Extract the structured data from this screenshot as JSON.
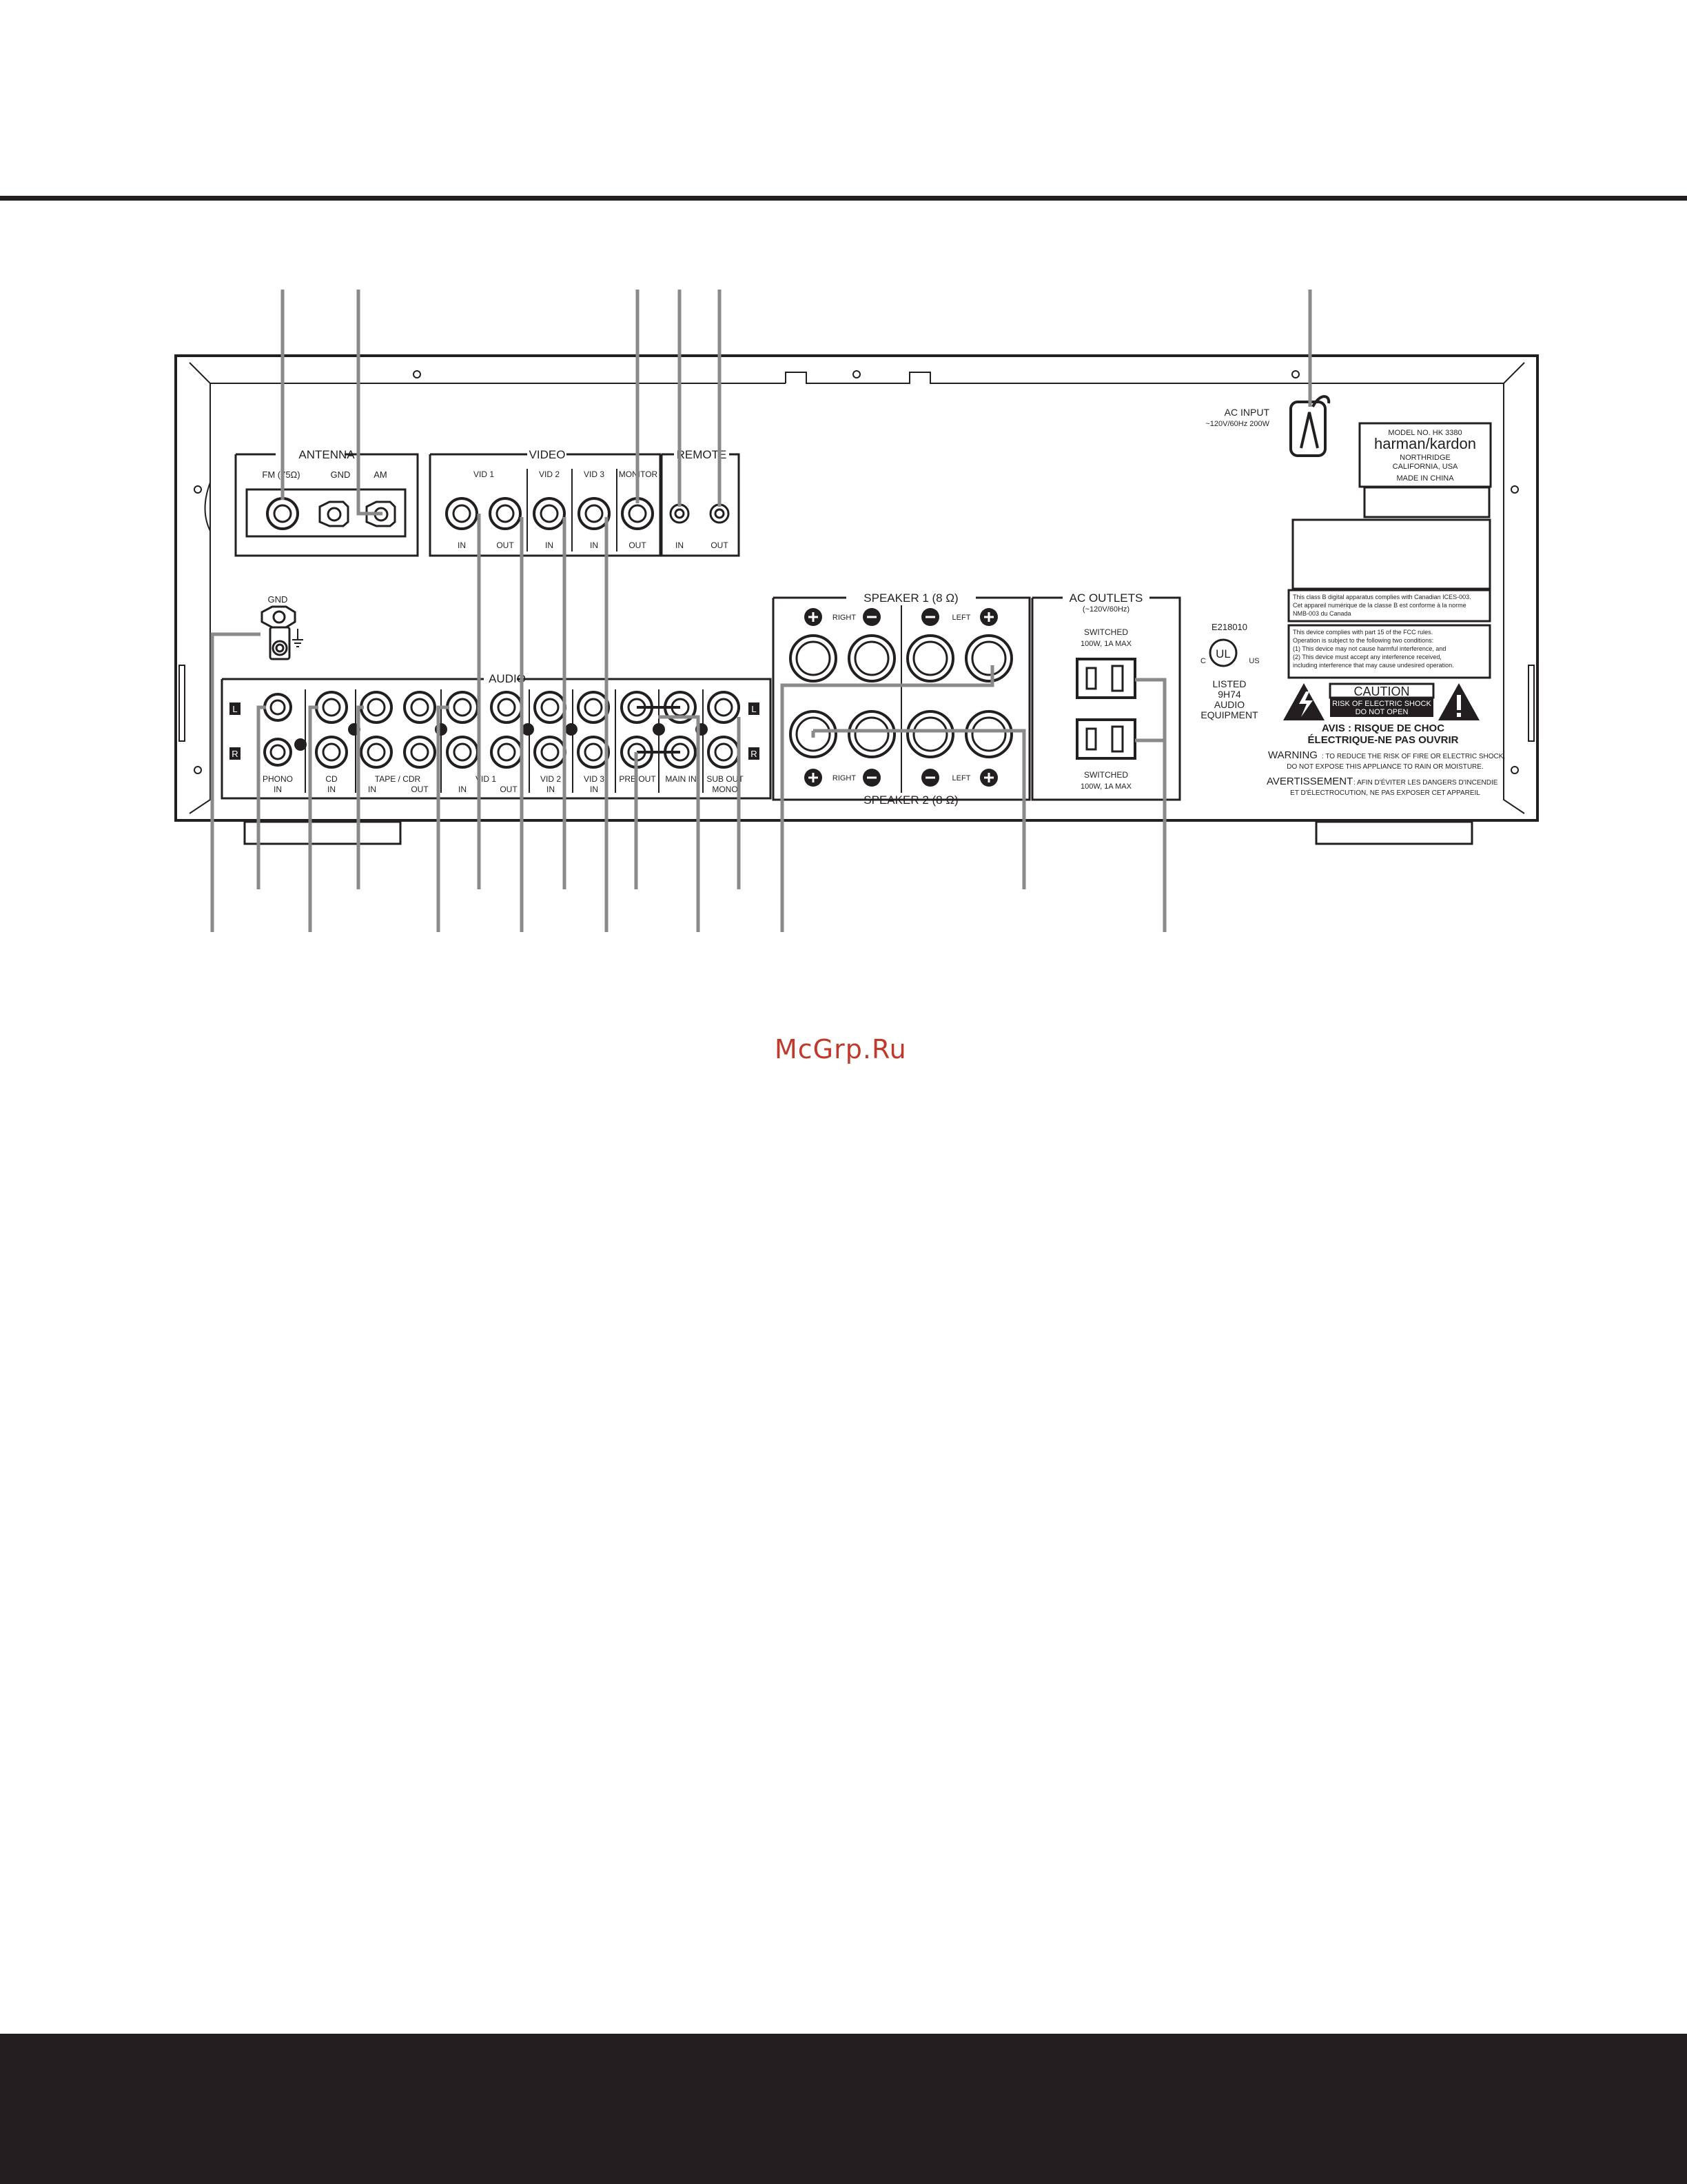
{
  "panel": {
    "ac_input": {
      "line1": "AC INPUT",
      "line2": "~120V/60Hz  200W"
    },
    "model_plate": {
      "model": "MODEL NO.  HK 3380",
      "brand": "harman/kardon",
      "city": "NORTHRIDGE",
      "state": "CALIFORNIA, USA",
      "origin": "MADE IN CHINA"
    },
    "antenna": {
      "title": "ANTENNA",
      "fm": "FM (75Ω)",
      "gnd": "GND",
      "am": "AM"
    },
    "video": {
      "title": "VIDEO",
      "labels": [
        "VID 1",
        "VID 2",
        "VID 3",
        "MONITOR"
      ],
      "bottom": [
        "IN",
        "OUT",
        "IN",
        "IN",
        "OUT"
      ]
    },
    "remote": {
      "title": "REMOTE",
      "in": "IN",
      "out": "OUT"
    },
    "gnd": "GND",
    "audio": {
      "title": "AUDIO",
      "left_badge": "L",
      "right_badge": "R",
      "labels": [
        {
          "top": "PHONO",
          "bottom": "IN"
        },
        {
          "top": "CD",
          "bottom": "IN"
        },
        {
          "top": "TAPE / CDR",
          "bottom": ""
        },
        {
          "top": "",
          "bottom": "IN"
        },
        {
          "top": "",
          "bottom": "OUT"
        },
        {
          "top": "",
          "bottom": "IN"
        },
        {
          "top": "VID 1",
          "bottom": "OUT"
        },
        {
          "top": "VID 2",
          "bottom": "IN"
        },
        {
          "top": "VID 3",
          "bottom": "IN"
        },
        {
          "top": "PRE OUT",
          "bottom": ""
        },
        {
          "top": "MAIN IN",
          "bottom": ""
        },
        {
          "top": "SUB OUT",
          "bottom": "MONO"
        }
      ],
      "tape_in": "IN",
      "tape_out": "OUT"
    },
    "speakers": {
      "speaker1": "SPEAKER 1 (8 Ω)",
      "speaker2": "SPEAKER 2 (8 Ω)",
      "right": "RIGHT",
      "left": "LEFT"
    },
    "ac_outlets": {
      "title": "AC OUTLETS",
      "rating": "(~120V/60Hz)",
      "switched": "SWITCHED",
      "spec": "100W, 1A MAX",
      "spec2": "100W, 1A MAX"
    },
    "ul": {
      "file": "E218010",
      "c": "C",
      "us": "US",
      "mark": "UL",
      "listed": "LISTED",
      "code": "9H74",
      "audio": "AUDIO",
      "equipment": "EQUIPMENT"
    },
    "compliance_canada": [
      "This class B digital apparatus complies with Canadian ICES-003.",
      "Cet appareil numérique de la classe B est conforme à la norme",
      "NMB-003 du Canada"
    ],
    "compliance_fcc": [
      "This device complies with part 15 of the FCC rules.",
      "Operation is subject to the following two conditions:",
      "(1) This  device may not cause harmful interference, and",
      "(2) This device must accept any interference received,",
      "including interference that may cause undesired operation."
    ],
    "caution": {
      "title": "CAUTION",
      "line1": "RISK OF ELECTRIC SHOCK",
      "line2": "DO NOT OPEN"
    },
    "avis": {
      "line1": "AVIS : RISQUE DE CHOC",
      "line2": "ÉLECTRIQUE-NE PAS OUVRIR"
    },
    "warning": {
      "label": "WARNING",
      "line1": ": TO REDUCE THE RISK OF FIRE OR ELECTRIC SHOCK,",
      "line2": "DO NOT EXPOSE THIS APPLIANCE TO RAIN OR MOISTURE."
    },
    "avertissement": {
      "label": "AVERTISSEMENT",
      "line1": ": AFIN D'ÉVITER LES DANGERS D'INCENDIE",
      "line2": "ET D'ÉLECTROCUTION, NE PAS EXPOSER CET APPAREIL"
    }
  },
  "watermark": "McGrp.Ru",
  "colors": {
    "ink": "#231f20",
    "callout": "#8a8a8a",
    "band": "#231f20",
    "watermark": "#c0392b"
  }
}
